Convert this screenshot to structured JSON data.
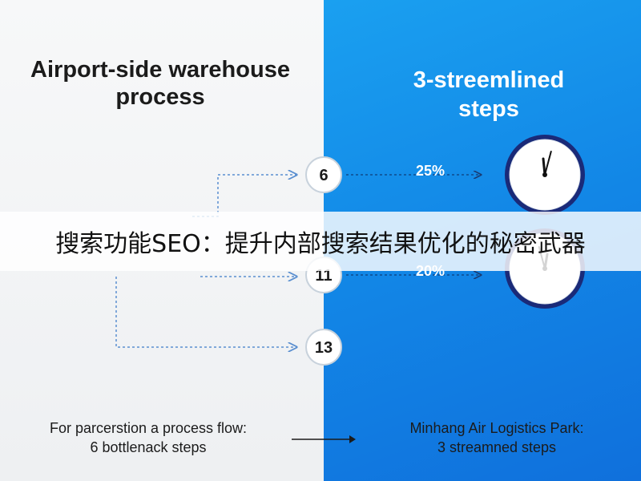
{
  "left_title": "Airport-side warehouse\nprocess",
  "right_title": "3-streemlined\nsteps",
  "nodes": [
    {
      "label": "6",
      "percent": "25%",
      "has_clock": true,
      "minute_hand_deg": 15
    },
    {
      "label": "11",
      "percent": "20%",
      "has_clock": true,
      "minute_hand_deg": -15
    },
    {
      "label": "13",
      "percent": "",
      "has_clock": false,
      "minute_hand_deg": 0
    }
  ],
  "overlay_banner": "搜索功能SEO：提升内部搜索结果优化的秘密武器",
  "bottom_left_caption": "For parcerstion a process flow:\n6 bottlenack steps",
  "bottom_right_caption": "Minhang Air Logistics Park:\n3 streamned steps",
  "colors": {
    "left_bg": "#f4f5f6",
    "right_bg": "#1286e6",
    "clock_rim": "#1a2a78",
    "dotted_line": "#5a8fd0"
  }
}
